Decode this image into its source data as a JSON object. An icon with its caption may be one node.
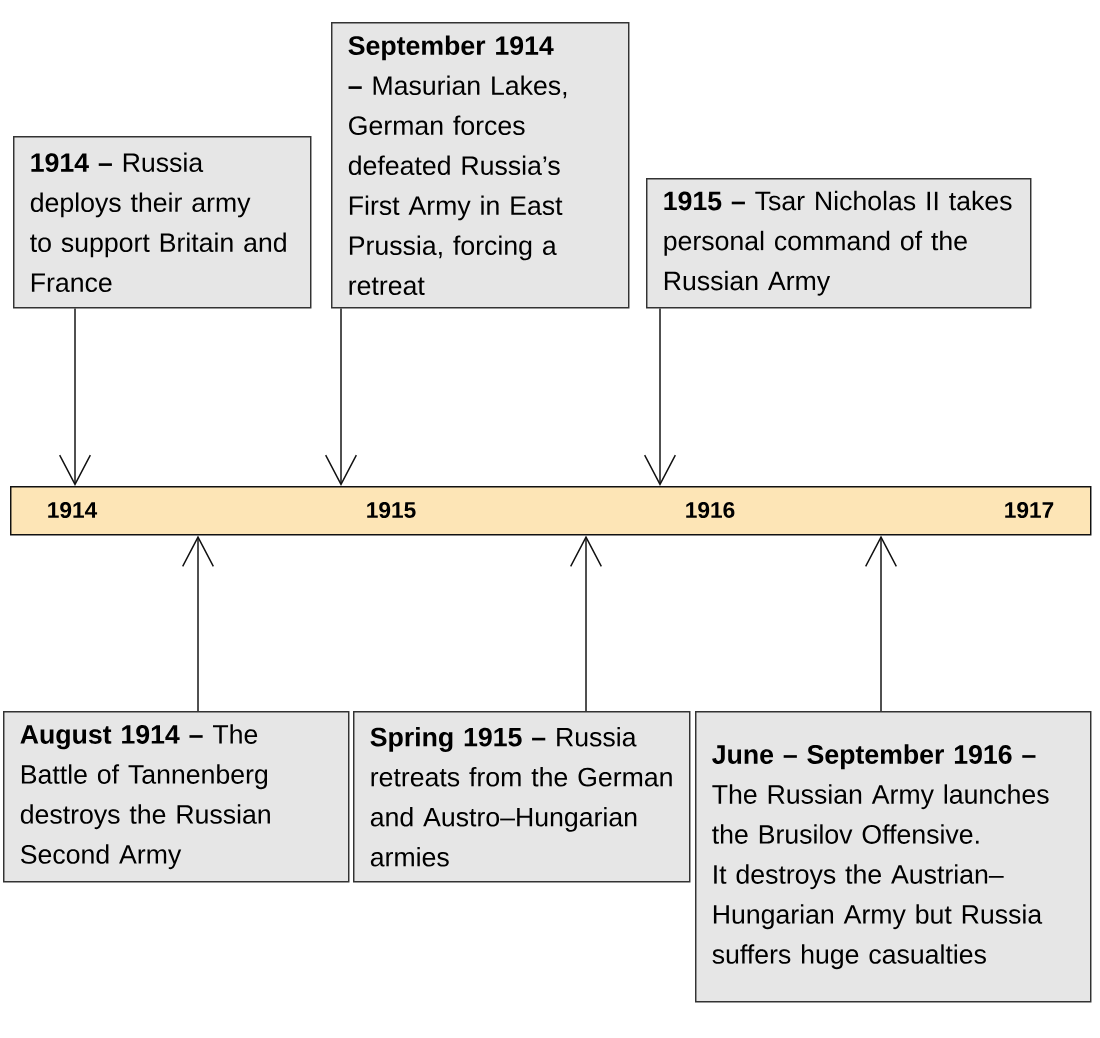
{
  "diagram": {
    "nodes": [
      {
        "text": [
          "**1914 –** Russia deploys their army to support Britain and France"
        ]
      },
      {
        "text": [
          "**September 1914 –** Masurian Lakes, German forces defeated Russia’s First Army in East Prussia, forcing a retreat"
        ]
      },
      {
        "text": [
          "**1915 –** Tsar Nicholas II takes personal command of the Russian Army"
        ]
      },
      {
        "text": [
          "1914",
          "1915",
          "1916",
          "1917"
        ]
      },
      {
        "text": [
          "**August 1914 –** The Battle of Tannenberg destroys the Russian Second Army"
        ]
      },
      {
        "text": [
          "**Spring 1915 –** Russia retreats from the German and Austro–Hungarian armies"
        ]
      },
      {
        "text": [
          "**June – September 1916 –** The Russian Army launches the Brusilov Offensive. It destroys the Austrian–Hungarian Army but Russia suffers huge casualties"
        ]
      }
    ],
    "edges": [
      {
        "from": 0,
        "to": 3,
        "arrow": "to"
      },
      {
        "from": 1,
        "to": 3,
        "arrow": "to"
      },
      {
        "from": 2,
        "to": 3,
        "arrow": "to"
      },
      {
        "from": 4,
        "to": 3,
        "arrow": "to"
      },
      {
        "from": 5,
        "to": 3,
        "arrow": "to"
      },
      {
        "from": 6,
        "to": 3,
        "arrow": "to"
      }
    ]
  }
}
